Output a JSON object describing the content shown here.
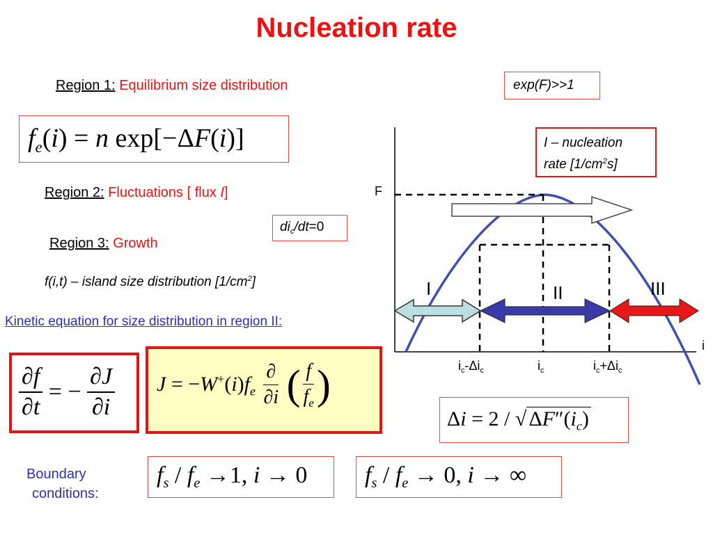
{
  "title": "Nucleation rate",
  "region1": {
    "label": "Region 1:",
    "text": "Equilibrium size distribution"
  },
  "region2": {
    "label": "Region 2:",
    "text": "Fluctuations [ flux ",
    "flux_symbol": "I",
    "close": "]"
  },
  "region3": {
    "label": "Region 3:",
    "text": "Growth"
  },
  "exp_note": "exp(F)>>1",
  "nucleation_note": {
    "line1": "I – nucleation",
    "line2a": "rate [1/cm",
    "line2sup": "2",
    "line2b": "s]"
  },
  "didt": {
    "a": "di",
    "sub": "c",
    "b": "/dt",
    "c": "=0"
  },
  "island_dist": {
    "a": "f(i,t) – island size distribution [1/cm",
    "sup": "2",
    "b": "]"
  },
  "kinetic_heading": "Kinetic equation for size distribution in region II:",
  "boundary": {
    "line1": "Boundary",
    "line2": "conditions:"
  },
  "diagram": {
    "y_label": "F",
    "x_label": "i",
    "regions": [
      "I",
      "II",
      "III"
    ],
    "ticks": {
      "left": {
        "a": "i",
        "sub1": "c",
        "b": "-Δi",
        "sub2": "c"
      },
      "mid": {
        "a": "i",
        "sub1": "c"
      },
      "right": {
        "a": "i",
        "sub1": "c",
        "b": "+Δi",
        "sub2": "c"
      }
    },
    "colors": {
      "curve": "#3f4fb0",
      "arrow_I": "#b9dfe3",
      "arrow_II": "#3a3aa8",
      "arrow_III": "#e81818"
    }
  },
  "equations": {
    "eq1": "f_e(i) = n exp[−ΔF(i)]",
    "eq_kinetic": "∂f/∂t = −∂J/∂i",
    "eq_flux": "J = −W⁺(i) f_e ∂/∂i (f/f_e)",
    "eq_delta": "Δi = 2/√(ΔF″(i_c))",
    "bc1": "f_s / f_e → 1, i → 0",
    "bc2": "f_s / f_e → 0, i → ∞"
  }
}
